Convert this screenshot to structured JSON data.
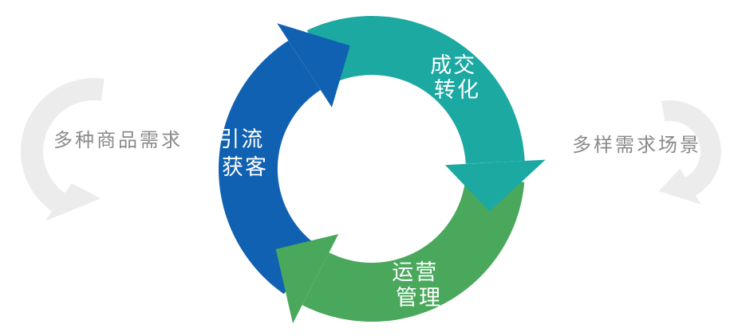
{
  "background": "#ffffff",
  "cycle": {
    "label_color": "#ffffff",
    "segments": [
      {
        "id": "traffic",
        "lines": [
          "引流",
          "获客"
        ],
        "color": "#1161b2"
      },
      {
        "id": "conversion",
        "lines": [
          "成交",
          "转化"
        ],
        "color": "#1ca9a2"
      },
      {
        "id": "operation",
        "lines": [
          "运营",
          "管理"
        ],
        "color": "#4aa85c"
      }
    ]
  },
  "annotations": {
    "left": {
      "text": "多种商品需求"
    },
    "right": {
      "text": "多样需求场景"
    },
    "text_color": "#8a8a8a",
    "arrow_color": "#ececec"
  }
}
